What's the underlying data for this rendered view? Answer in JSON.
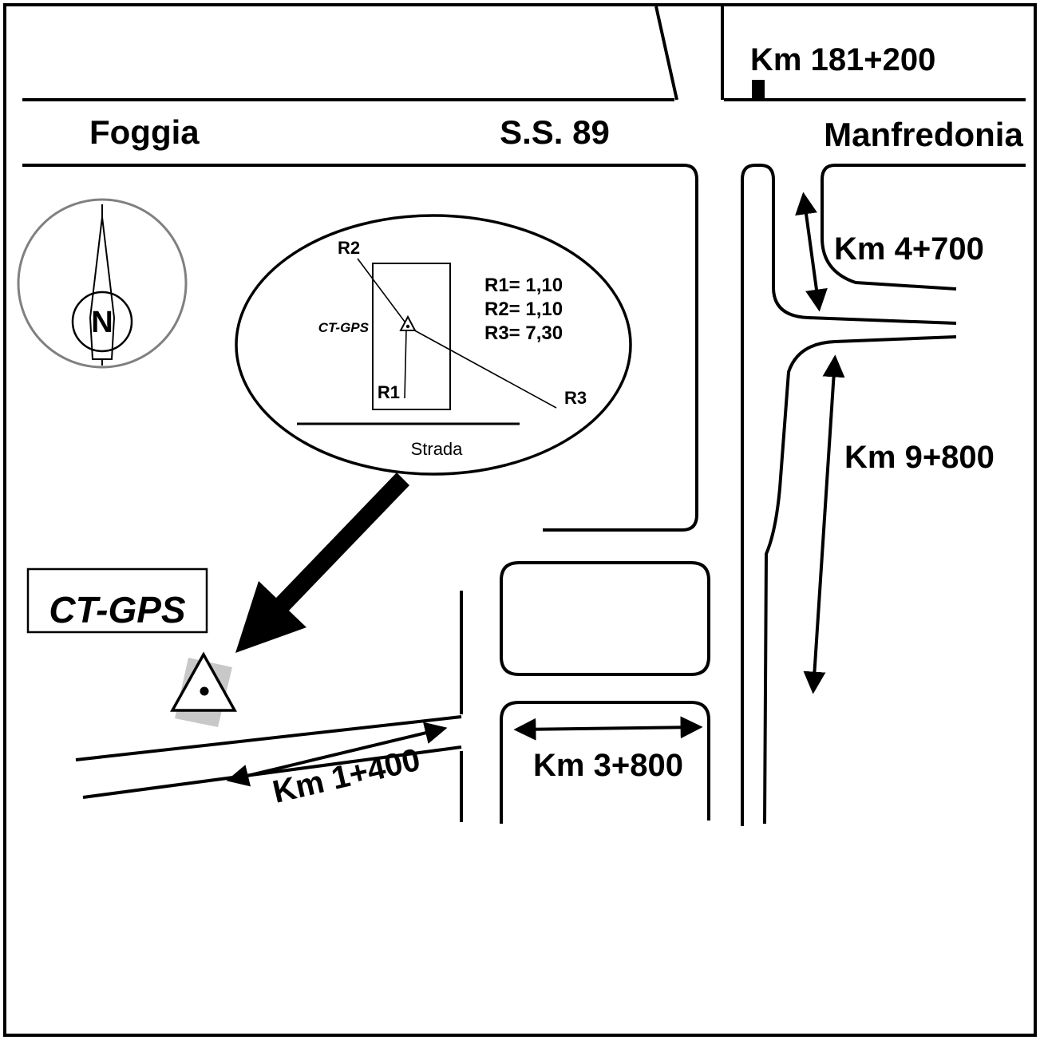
{
  "colors": {
    "ink": "#000000",
    "compass_ring": "#808080",
    "marker_shadow": "#c8c8c8",
    "paper": "#ffffff"
  },
  "roads": {
    "main": {
      "name": "S.S. 89",
      "left_destination": "Foggia",
      "right_destination": "Manfredonia",
      "km_marker": "Km 181+200"
    }
  },
  "distances": {
    "east_upper": "Km 4+700",
    "east_lower": "Km 9+800",
    "cross_street": "Km 3+800",
    "access_road": "Km 1+400"
  },
  "station": {
    "name": "CT-GPS"
  },
  "compass": {
    "north": "N"
  },
  "inset": {
    "reference_labels": {
      "r1": "R1",
      "r2": "R2",
      "r3": "R3"
    },
    "station": "CT-GPS",
    "road_label": "Strada",
    "measurements": [
      "R1= 1,10",
      "R2= 1,10",
      "R3= 7,30"
    ]
  }
}
